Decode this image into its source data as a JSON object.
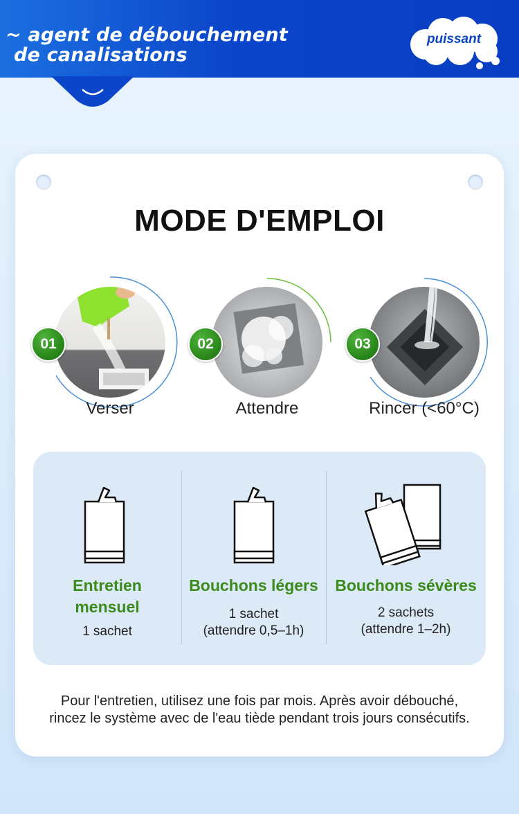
{
  "header": {
    "tagline_line1": "~ agent de débouchement",
    "tagline_line2": "de canalisations",
    "badge": "puissant"
  },
  "card": {
    "title": "MODE D'EMPLOI",
    "steps": [
      {
        "number": "01",
        "label": "Verser",
        "icon": "pouring-powder-icon"
      },
      {
        "number": "02",
        "label": "Attendre",
        "icon": "foaming-drain-icon"
      },
      {
        "number": "03",
        "label": "Rincer (<60°C)",
        "icon": "rinsing-drain-icon"
      }
    ],
    "usage": [
      {
        "name_line1": "Entretien",
        "name_line2": "mensuel",
        "dose": "1 sachet",
        "wait": "",
        "icon": "single-sachet-icon"
      },
      {
        "name_line1": "Bouchons légers",
        "name_line2": "",
        "dose": "1 sachet",
        "wait": "(attendre 0,5–1h)",
        "icon": "single-sachet-icon"
      },
      {
        "name_line1": "Bouchons sévères",
        "name_line2": "",
        "dose": "2 sachets",
        "wait": "(attendre 1–2h)",
        "icon": "double-sachet-icon"
      }
    ],
    "footnote": "Pour l'entretien, utilisez une fois par mois. Après avoir débouché, rincez le système avec de l'eau tiède pendant trois jours consécutifs."
  },
  "colors": {
    "header_blue": "#0b45c9",
    "accent_green": "#3a8a1c",
    "badge_green": "#2c8a1d",
    "panel_bg": "#dce9f6"
  }
}
